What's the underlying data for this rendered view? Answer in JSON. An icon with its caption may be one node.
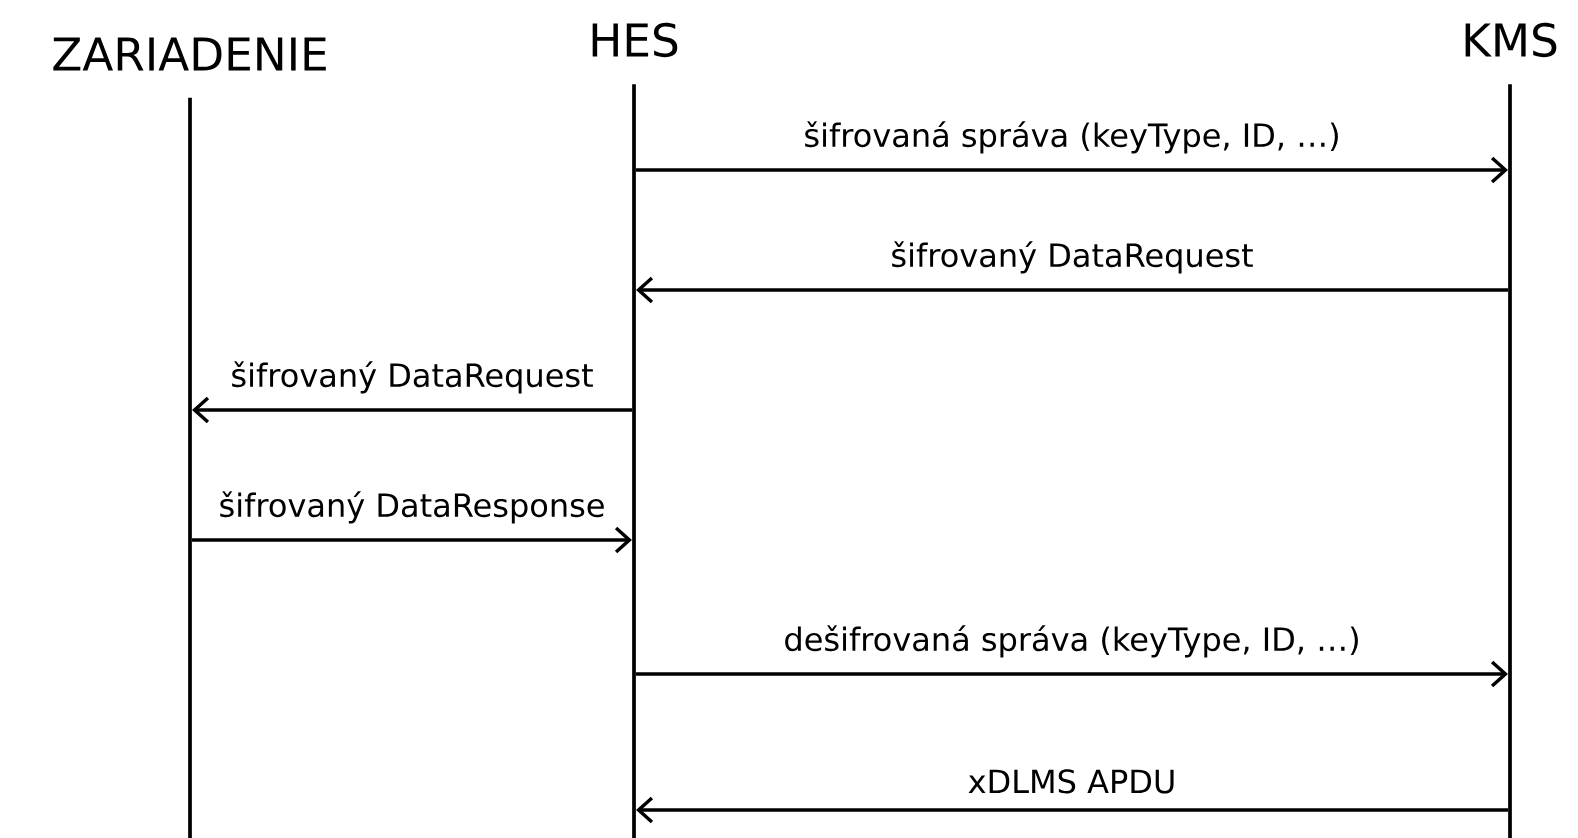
{
  "diagram": {
    "nodes": [
      {
        "text": [
          "ZARIADENIE"
        ]
      },
      {
        "text": [
          "HES"
        ]
      },
      {
        "text": [
          "KMS"
        ]
      }
    ],
    "edges": [
      {
        "from": 1,
        "to": 2,
        "arrow": "to",
        "label": "šifrovaná správa (keyType, ID, …)"
      },
      {
        "from": 2,
        "to": 1,
        "arrow": "to",
        "label": "šifrovaný DataRequest"
      },
      {
        "from": 1,
        "to": 0,
        "arrow": "to",
        "label": "šifrovaný DataRequest"
      },
      {
        "from": 0,
        "to": 1,
        "arrow": "to",
        "label": "šifrovaný DataResponse"
      },
      {
        "from": 1,
        "to": 2,
        "arrow": "to",
        "label": "dešifrovaná správa (keyType, ID, …)"
      },
      {
        "from": 2,
        "to": 1,
        "arrow": "to",
        "label": "xDLMS APDU"
      }
    ]
  }
}
